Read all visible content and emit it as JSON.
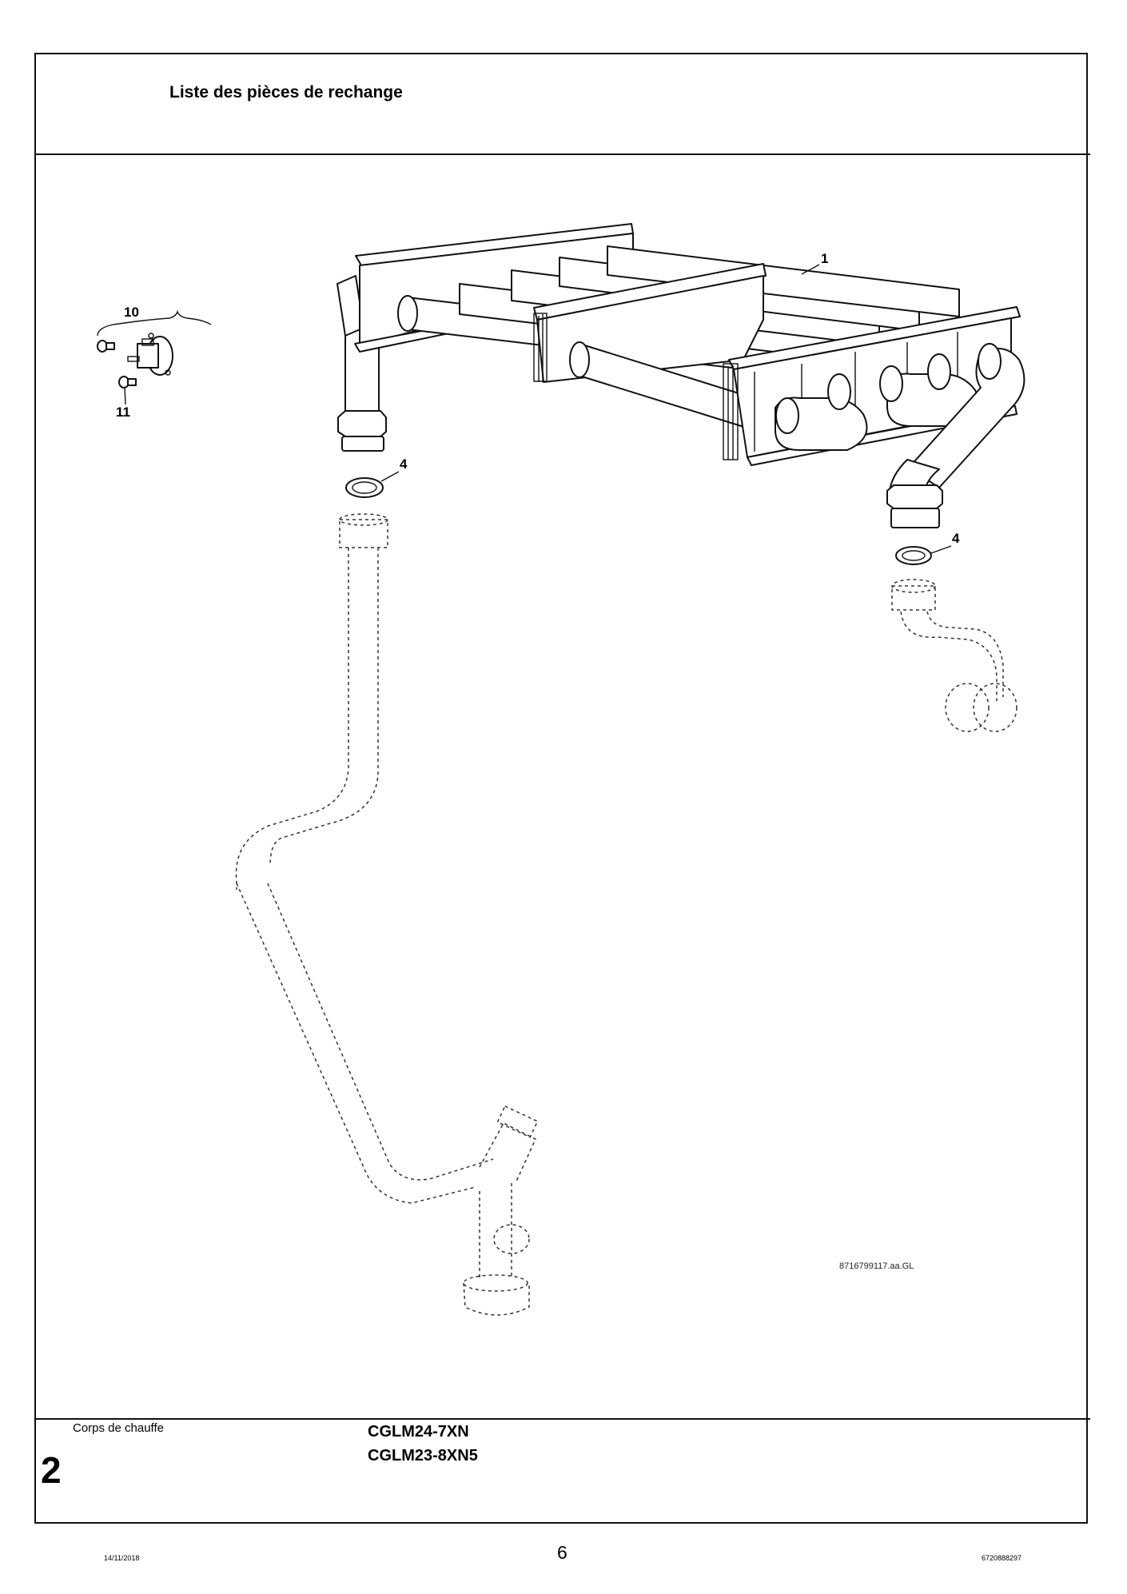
{
  "header": {
    "title": "Liste des pièces de rechange"
  },
  "diagram": {
    "drawing_number": "8716799117.aa.GL",
    "callouts": [
      {
        "label": "1",
        "part": "heat-exchanger"
      },
      {
        "label": "4",
        "part": "washer-left"
      },
      {
        "label": "4",
        "part": "washer-right"
      },
      {
        "label": "10",
        "part": "temperature-sensor"
      },
      {
        "label": "11",
        "part": "screw"
      }
    ]
  },
  "section": {
    "name": "Corps de chauffe",
    "number": "2",
    "models": [
      "CGLM24-7XN",
      "CGLM23-8XN5"
    ]
  },
  "footer": {
    "date": "14/11/2018",
    "page": "6",
    "doc_number": "6720888297"
  }
}
